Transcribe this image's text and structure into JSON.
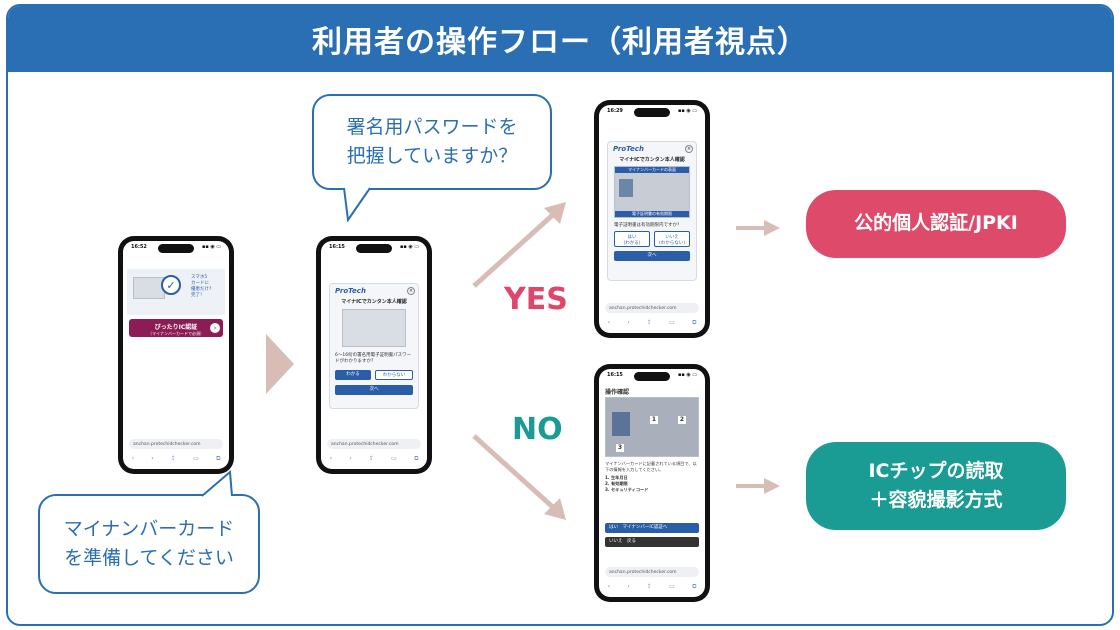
{
  "title": "利用者の操作フロー（利用者視点）",
  "bubble_prepare": "マイナンバーカード\nを準備してください",
  "bubble_password": "署名用パスワードを\n把握していますか？",
  "yes_label": "YES",
  "no_label": "NO",
  "result_jpki": "公的個人認証/JPKI",
  "result_ic": "ICチップの読取\n＋容貌撮影方式",
  "colors": {
    "primary": "#2a6fb3",
    "yes": "#e0456a",
    "no": "#1a9c95",
    "arrow": "#d8bcb6"
  },
  "phone1": {
    "time": "16:52",
    "side_text": "スマホ5\nカードに\n優恵だけ?\n完了！",
    "cta": "ぴったりIC認証",
    "cta_sub": "（マイナンバーカードで必須）",
    "url": "anchan.protechidchecker.com"
  },
  "phone2": {
    "time": "16:15",
    "logo": "ProTech",
    "modal_title": "マイナICでカンタン本人確認",
    "question": "6〜16桁の署名用電子証明書パスワードがわかりますか？",
    "btn_yes": "わかる",
    "btn_no": "わからない",
    "next": "次へ",
    "url": "anchan.protechidchecker.com"
  },
  "phone3": {
    "time": "16:29",
    "logo": "ProTech",
    "modal_title": "マイナICでカンタン本人確認",
    "card_caption": "マイナンバーカードの表面",
    "card_caption2": "電子証明書の有効期限",
    "question": "電子証明書は有効期限内ですか？",
    "btn_yes": "はい",
    "btn_yes_sub": "(わかる)",
    "btn_no": "いいえ",
    "btn_no_sub": "(わからない)",
    "next": "次へ",
    "url": "anchan.protechidchecker.com"
  },
  "phone4": {
    "time": "16:15",
    "heading": "操作確認",
    "body": "マイナンバーカードに記載されている項目で、以下の情報を入力してください。",
    "items": [
      "1. 生年月日",
      "2. 有効期限",
      "3. セキュリティコード"
    ],
    "btn_yes": "はい",
    "btn_yes_action": "マイナンバーIC認証へ",
    "btn_no": "いいえ",
    "btn_no_action": "戻る",
    "url": "anchan.protechidchecker.com"
  }
}
